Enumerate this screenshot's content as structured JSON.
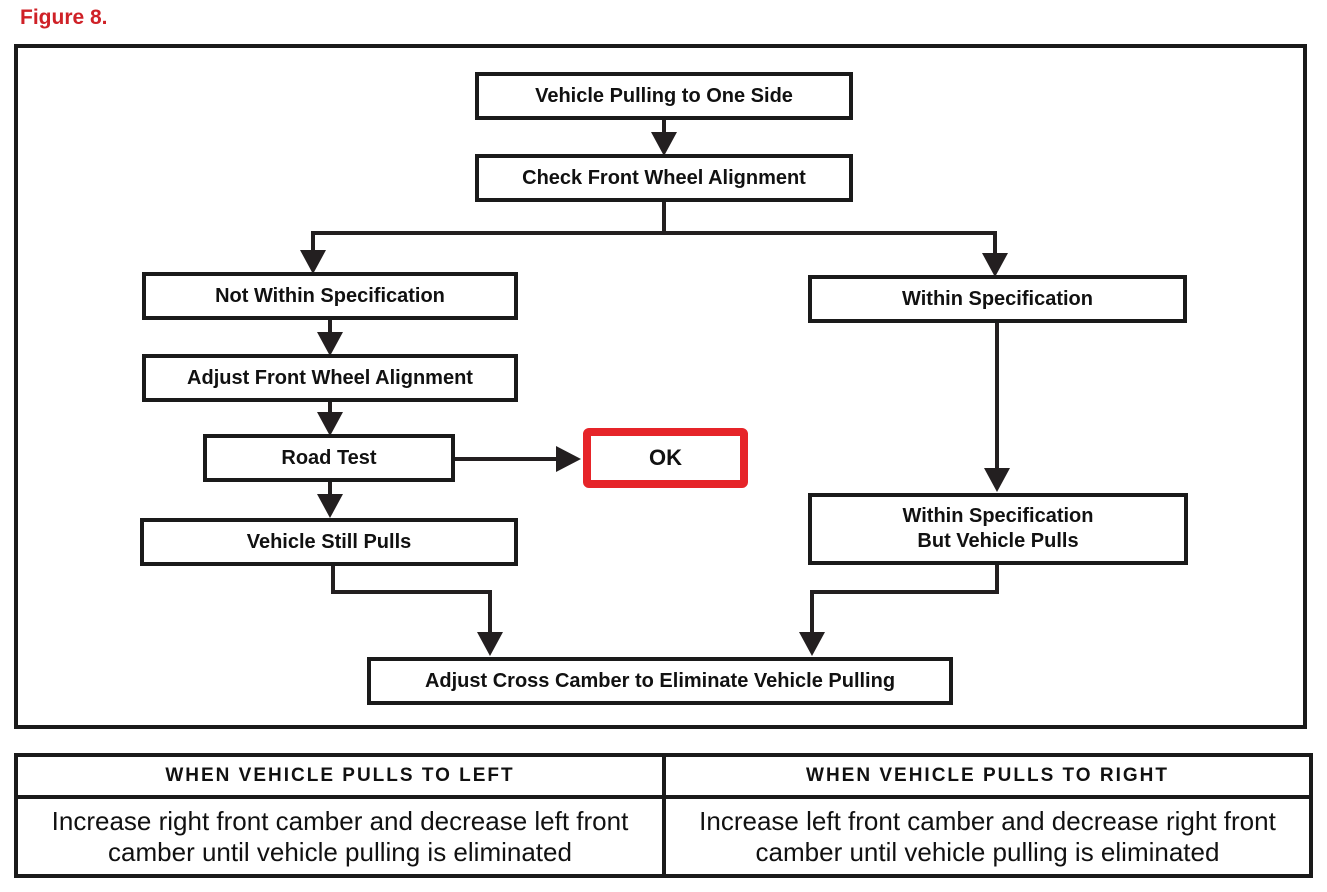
{
  "figure_label": "Figure 8.",
  "flowchart": {
    "nodes": {
      "pulling": "Vehicle Pulling to One Side",
      "check": "Check Front Wheel Alignment",
      "not_within": "Not Within Specification",
      "adjust_front": "Adjust Front Wheel Alignment",
      "road_test": "Road Test",
      "ok": "OK",
      "still_pulls": "Vehicle Still Pulls",
      "within": "Within Specification",
      "within_but_line1": "Within Specification",
      "within_but_line2": "But Vehicle Pulls",
      "adjust_cross": "Adjust Cross Camber to Eliminate Vehicle Pulling"
    },
    "colors": {
      "box_border": "#1a1a1a",
      "connector_line": "#231f20",
      "ok_box_border": "#e62429",
      "figure_label_red": "#cf2127"
    }
  },
  "table": {
    "headers": [
      "WHEN VEHICLE PULLS TO LEFT",
      "WHEN VEHICLE PULLS TO RIGHT"
    ],
    "cells": [
      "Increase right front camber and decrease left front camber until vehicle pulling is eliminated",
      "Increase left front camber and decrease right front camber until vehicle pulling is eliminated"
    ]
  }
}
